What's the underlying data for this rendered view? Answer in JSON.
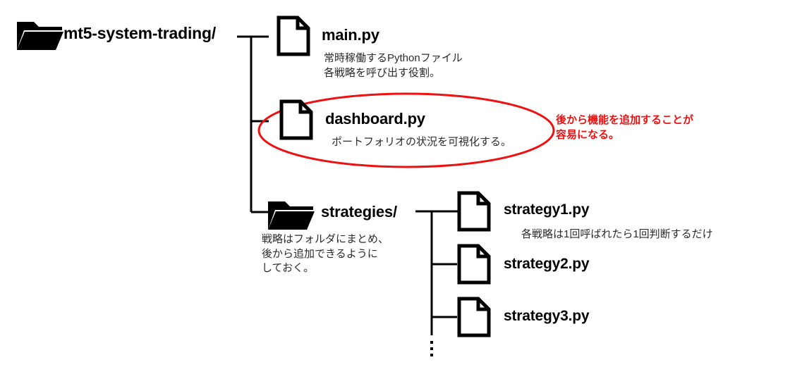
{
  "diagram": {
    "root": {
      "icon": "folder-icon",
      "label": "mt5-system-trading/"
    },
    "children": [
      {
        "id": "main-py",
        "icon": "file-icon",
        "label": "main.py",
        "caption": "常時稼働するPythonファイル\n各戦略を呼び出す役割。"
      },
      {
        "id": "dashboard-py",
        "icon": "file-icon",
        "label": "dashboard.py",
        "caption": "ポートフォリオの状況を可視化する。",
        "highlight_color": "#ee1111",
        "annotation": "後から機能を追加することが\n容易になる。"
      },
      {
        "id": "strategies-folder",
        "icon": "folder-icon",
        "label": "strategies/",
        "caption": "戦略はフォルダにまとめ、\n後から追加できるように\nしておく。",
        "children": [
          {
            "id": "strategy1-py",
            "icon": "file-icon",
            "label": "strategy1.py",
            "caption": "各戦略は1回呼ばれたら1回判断するだけ"
          },
          {
            "id": "strategy2-py",
            "icon": "file-icon",
            "label": "strategy2.py",
            "caption": ""
          },
          {
            "id": "strategy3-py",
            "icon": "file-icon",
            "label": "strategy3.py",
            "caption": ""
          }
        ],
        "more_indicator": "⋮"
      }
    ],
    "colors": {
      "line": "#000000",
      "text": "#000000",
      "caption_text": "#2b2b2b",
      "accent": "#ee1111",
      "background": "#ffffff"
    }
  }
}
